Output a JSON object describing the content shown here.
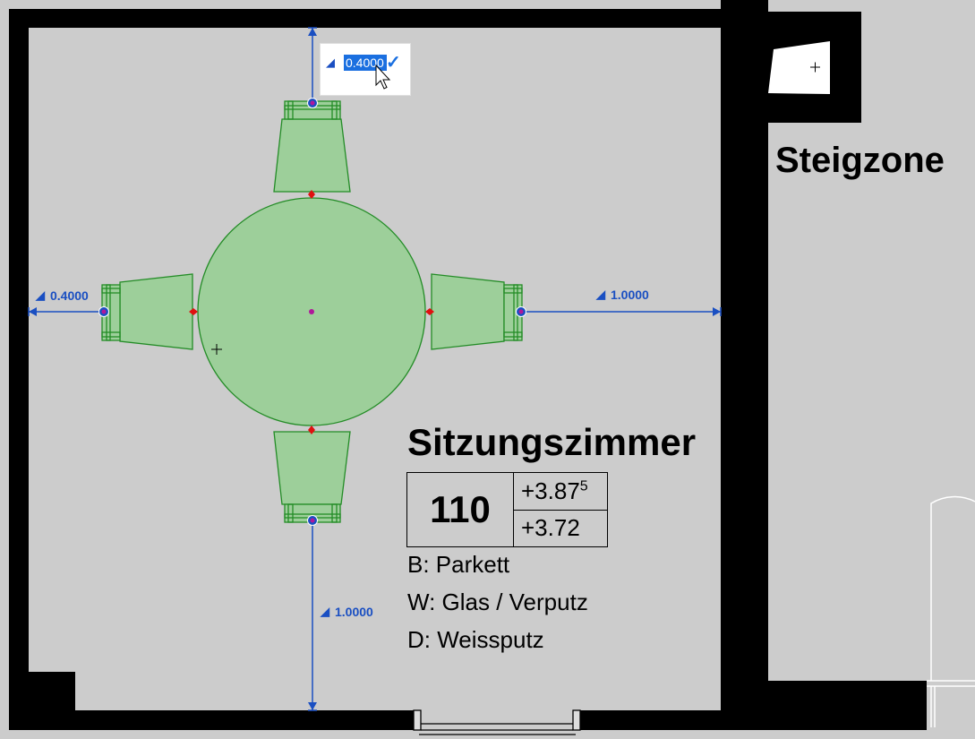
{
  "rooms": {
    "main": {
      "name": "Sitzungszimmer",
      "number": "110",
      "level_top": "+3.87",
      "level_top_sup": "5",
      "level_bottom": "+3.72",
      "finishes": {
        "floor": "B: Parkett",
        "walls": "W: Glas / Verputz",
        "ceiling": "D: Weissputz"
      }
    },
    "side": {
      "name": "Steigzone"
    }
  },
  "dimensions": {
    "top": "0.4000",
    "left": "0.4000",
    "right": "1.0000",
    "bottom": "1.0000"
  },
  "editor": {
    "value": "0.4000",
    "confirm_icon": "checkmark-icon"
  },
  "colors": {
    "furniture_fill": "#9dcf9a",
    "furniture_stroke": "#238c26",
    "dimension": "#1a4fc2",
    "wall": "#000000",
    "background": "#cccccc"
  }
}
